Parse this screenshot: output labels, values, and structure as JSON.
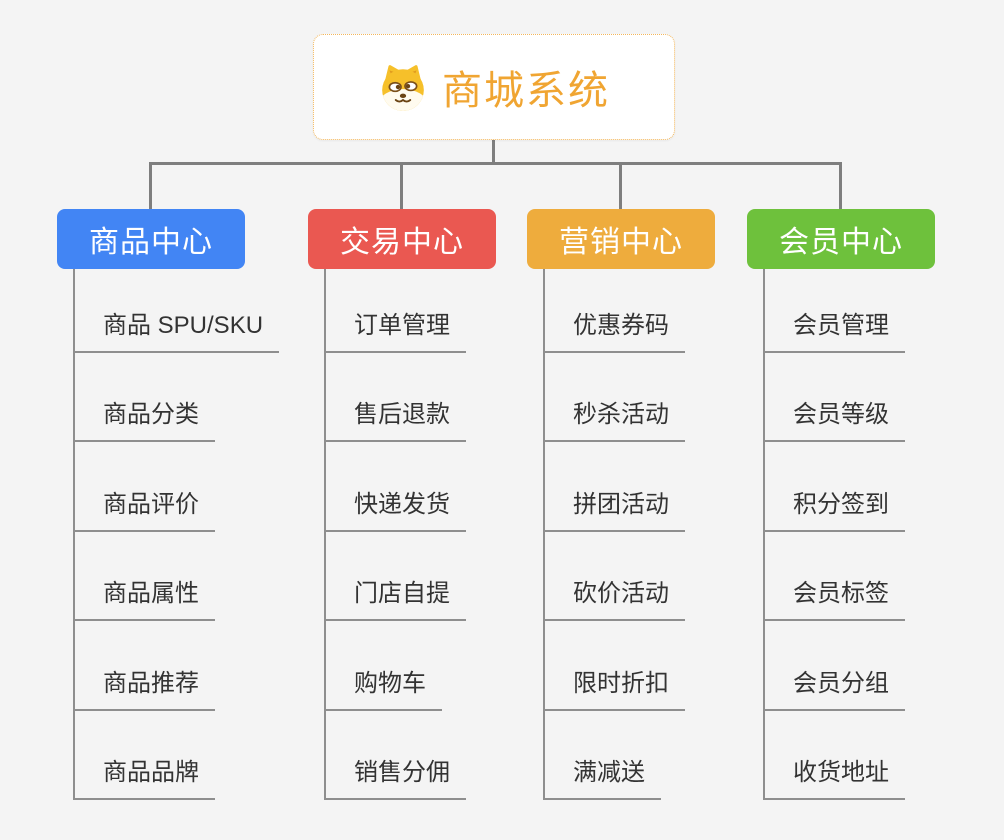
{
  "canvas": {
    "background_color": "#f4f4f4",
    "connector_color": "#7e7e7e",
    "underline_color": "#8e8e8e",
    "item_text_color": "#333333"
  },
  "root": {
    "title": "商城系统",
    "icon": "dog-face-icon",
    "text_color": "#f0a532",
    "border_color": "#f3b75c",
    "background": "#ffffff"
  },
  "branches": [
    {
      "label": "商品中心",
      "color": "#4285f4",
      "items": [
        "商品 SPU/SKU",
        "商品分类",
        "商品评价",
        "商品属性",
        "商品推荐",
        "商品品牌"
      ]
    },
    {
      "label": "交易中心",
      "color": "#ea5851",
      "items": [
        "订单管理",
        "售后退款",
        "快递发货",
        "门店自提",
        "购物车",
        "销售分佣"
      ]
    },
    {
      "label": "营销中心",
      "color": "#eeac3d",
      "items": [
        "优惠券码",
        "秒杀活动",
        "拼团活动",
        "砍价活动",
        "限时折扣",
        "满减送"
      ]
    },
    {
      "label": "会员中心",
      "color": "#6ec13c",
      "items": [
        "会员管理",
        "会员等级",
        "积分签到",
        "会员标签",
        "会员分组",
        "收货地址"
      ]
    }
  ]
}
